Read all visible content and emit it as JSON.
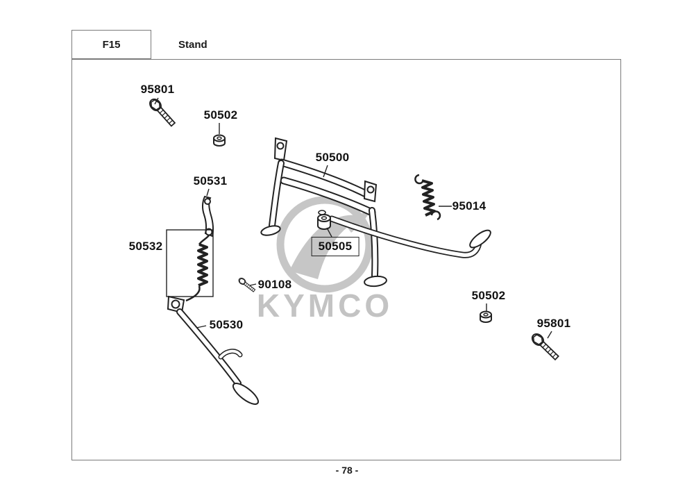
{
  "header": {
    "code": "F15",
    "title": "Stand"
  },
  "watermark": {
    "brand": "KYMCO"
  },
  "footer": {
    "page_number": "- 78 -"
  },
  "diagram": {
    "labels": [
      {
        "part_no": "95801"
      },
      {
        "part_no": "50502"
      },
      {
        "part_no": "50500"
      },
      {
        "part_no": "50531"
      },
      {
        "part_no": "95014"
      },
      {
        "part_no": "50532"
      },
      {
        "part_no": "50505"
      },
      {
        "part_no": "90108"
      },
      {
        "part_no": "50502"
      },
      {
        "part_no": "50530"
      },
      {
        "part_no": "95801"
      }
    ]
  }
}
